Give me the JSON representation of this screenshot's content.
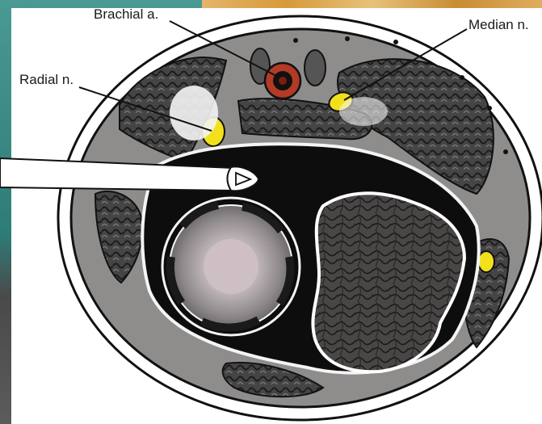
{
  "labels": {
    "brachial_artery": "Brachial a.",
    "median_nerve": "Median n.",
    "radial_nerve": "Radial n."
  },
  "colors": {
    "background_teal": "#3f8f8a",
    "nerve_yellow": "#f2e01c",
    "artery_red": "#b33a24",
    "muscle_dark": "#3b3b3b",
    "fascia_gray": "#8c8a8a"
  }
}
